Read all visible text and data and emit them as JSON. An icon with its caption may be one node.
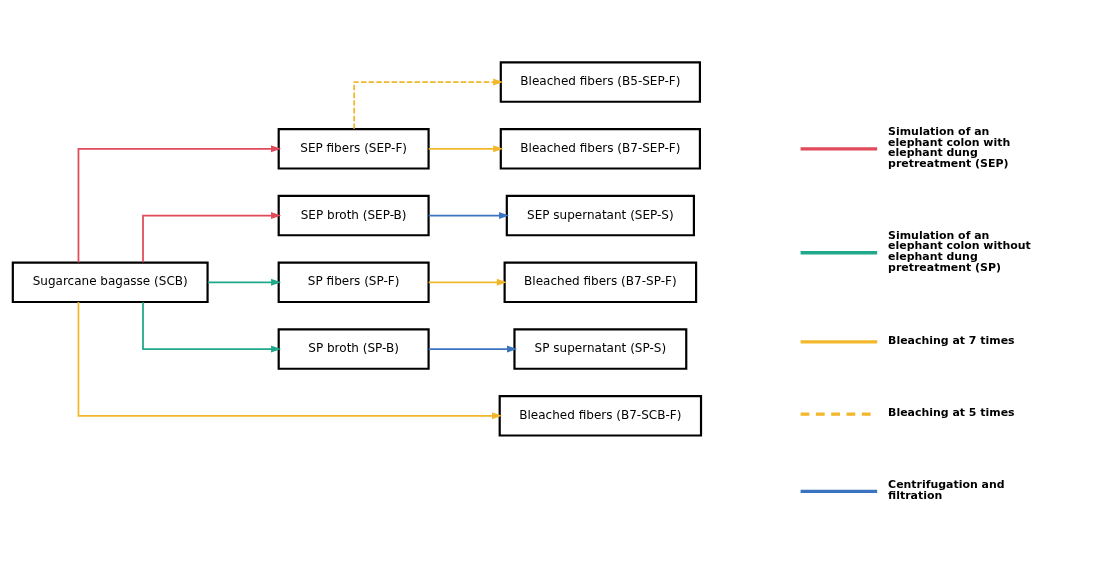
{
  "diagram": {
    "nodes": [
      {
        "text": [
          "Sugarcane bagasse (SCB)"
        ]
      },
      {
        "text": [
          "Bleached fibers (B5-SEP-F)"
        ]
      },
      {
        "text": [
          "SEP fibers (SEP-F)"
        ]
      },
      {
        "text": [
          "Bleached fibers (B7-SEP-F)"
        ]
      },
      {
        "text": [
          "SEP broth (SEP-B)"
        ]
      },
      {
        "text": [
          "SEP supernatant (SEP-S)"
        ]
      },
      {
        "text": [
          "SP fibers (SP-F)"
        ]
      },
      {
        "text": [
          "Bleached fibers (B7-SP-F)"
        ]
      },
      {
        "text": [
          "SP broth (SP-B)"
        ]
      },
      {
        "text": [
          "SP supernatant (SP-S)"
        ]
      },
      {
        "text": [
          "Bleached fibers (B7-SCB-F)"
        ]
      }
    ],
    "edges": [
      {
        "from": 0,
        "to": 2,
        "arrow": "to",
        "color": "#e04a5a"
      },
      {
        "from": 0,
        "to": 4,
        "arrow": "to",
        "color": "#e04a5a"
      },
      {
        "from": 0,
        "to": 6,
        "arrow": "to",
        "color": "#1fa88a"
      },
      {
        "from": 0,
        "to": 8,
        "arrow": "to",
        "color": "#1fa88a"
      },
      {
        "from": 2,
        "to": 1,
        "arrow": "to",
        "style": "dashed",
        "color": "#f2b72a"
      },
      {
        "from": 2,
        "to": 3,
        "arrow": "to",
        "color": "#f2b72a"
      },
      {
        "from": 4,
        "to": 5,
        "arrow": "to",
        "color": "#3a74c0"
      },
      {
        "from": 6,
        "to": 7,
        "arrow": "to",
        "color": "#f2b72a"
      },
      {
        "from": 8,
        "to": 9,
        "arrow": "to",
        "color": "#3a74c0"
      },
      {
        "from": 0,
        "to": 10,
        "arrow": "to",
        "color": "#f2b72a"
      }
    ],
    "legend": [
      {
        "text": "Simulation of an elephant colon with elephant dung pretreatment (SEP)",
        "color": "#e04a5a"
      },
      {
        "text": "Simulation of an elephant colon without elephant dung pretreatment (SP)",
        "color": "#1fa88a"
      },
      {
        "text": "Bleaching at 7 times",
        "color": "#f2b72a"
      },
      {
        "text": "Bleaching at 5 times",
        "color": "#f2b72a"
      },
      {
        "text": "Centrifugation and filtration",
        "color": "#3a74c0"
      }
    ]
  }
}
